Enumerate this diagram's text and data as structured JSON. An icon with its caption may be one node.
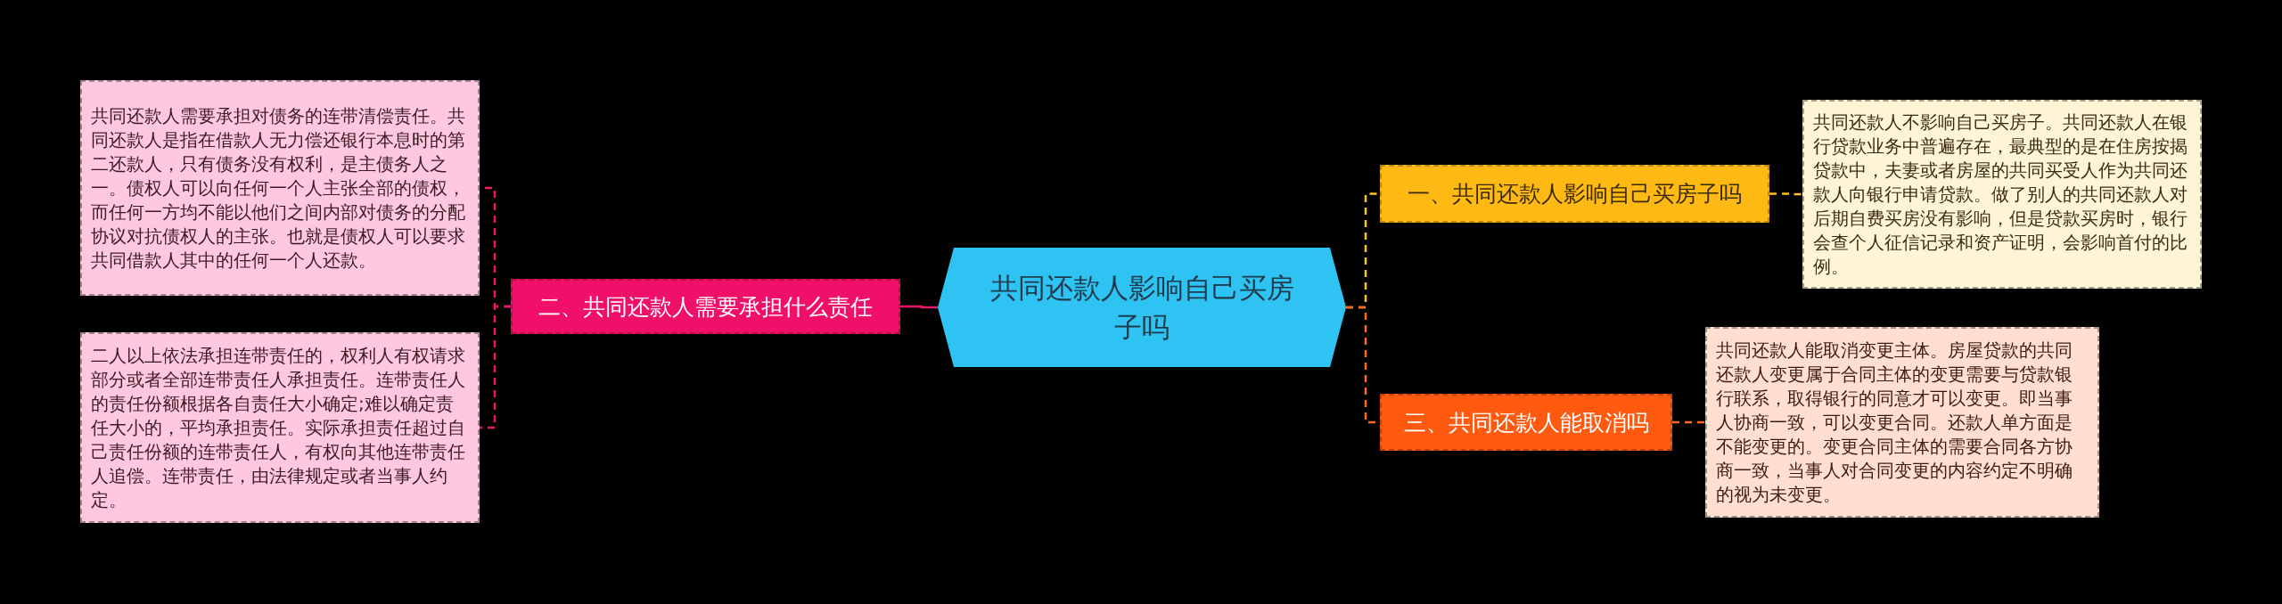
{
  "diagram": {
    "nodes": [
      {
        "text": [
          "共同还款人影响自己买房子吗"
        ]
      },
      {
        "text": [
          "二、共同还款人需要承担什么责任"
        ]
      },
      {
        "text": [
          "共同还款人需要承担对债务的连带清偿责任。共同还款人是指在借款人无力偿还银行本息时的第二还款人，只有债务没有权利，是主债务人之一。债权人可以向任何一个人主张全部的债权，而任何一方均不能以他们之间内部对债务的分配协议对抗债权人的主张。也就是债权人可以要求共同借款人其中的任何一个人还款。"
        ]
      },
      {
        "text": [
          "二人以上依法承担连带责任的，权利人有权请求部分或者全部连带责任人承担责任。连带责任人的责任份额根据各自责任大小确定;难以确定责任大小的，平均承担责任。实际承担责任超过自己责任份额的连带责任人，有权向其他连带责任人追偿。连带责任，由法律规定或者当事人约定。"
        ]
      },
      {
        "text": [
          "一、共同还款人影响自己买房子吗"
        ]
      },
      {
        "text": [
          "共同还款人不影响自己买房子。共同还款人在银行贷款业务中普遍存在，最典型的是在住房按揭贷款中，夫妻或者房屋的共同买受人作为共同还款人向银行申请贷款。做了别人的共同还款人对后期自费买房没有影响，但是贷款买房时，银行会查个人征信记录和资产证明，会影响首付的比例。"
        ]
      },
      {
        "text": [
          "三、共同还款人能取消吗"
        ]
      },
      {
        "text": [
          "共同还款人能取消变更主体。房屋贷款的共同还款人变更属于合同主体的变更需要与贷款银行联系，取得银行的同意才可以变更。即当事人协商一致，可以变更合同。还款人单方面是不能变更的。变更合同主体的需要合同各方协商一致，当事人对合同变更的内容约定不明确的视为未变更。"
        ]
      }
    ],
    "edges": [
      {
        "from": 0,
        "to": 1,
        "arrow": "none",
        "color": "#e8196a"
      },
      {
        "from": 1,
        "to": 2,
        "arrow": "none",
        "style": "dashed",
        "color": "#e8196a"
      },
      {
        "from": 1,
        "to": 3,
        "arrow": "none",
        "style": "dashed",
        "color": "#e8196a"
      },
      {
        "from": 0,
        "to": 4,
        "arrow": "none",
        "style": "dashed",
        "color": "#ffc21a"
      },
      {
        "from": 4,
        "to": 5,
        "arrow": "none",
        "style": "dashed",
        "color": "#ffc21a"
      },
      {
        "from": 0,
        "to": 6,
        "arrow": "none",
        "style": "dashed",
        "color": "#ff6a1a"
      },
      {
        "from": 6,
        "to": 7,
        "arrow": "none",
        "style": "dashed",
        "color": "#ff6a1a"
      }
    ]
  }
}
